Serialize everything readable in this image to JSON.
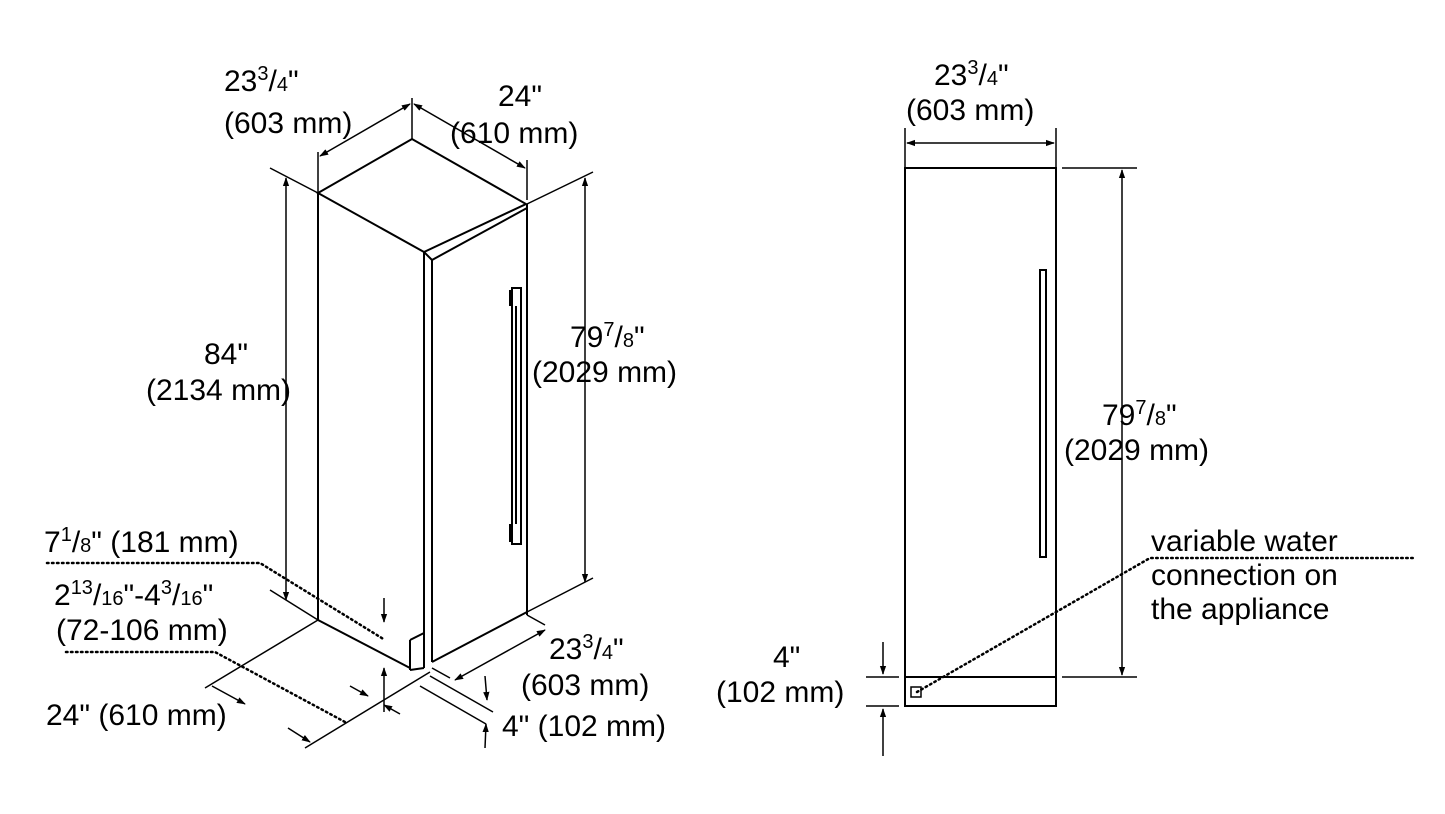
{
  "isometric_view": {
    "depth_inch": "23",
    "depth_frac_num": "3",
    "depth_frac_den": "4",
    "depth_mm": "(603 mm)",
    "width_inch": "24\"",
    "width_mm": "(610 mm)",
    "height_total_inch": "84\"",
    "height_total_mm": "(2134 mm)",
    "height_door_inch": "79",
    "height_door_frac_num": "7",
    "height_door_frac_den": "8",
    "height_door_mm": "(2029 mm)",
    "toe_offset_inch": "7",
    "toe_offset_frac_num": "1",
    "toe_offset_frac_den": "8",
    "toe_offset_mm": "(181 mm)",
    "kick_range_a": "2",
    "kick_range_a_num": "13",
    "kick_range_a_den": "16",
    "kick_range_b": "4",
    "kick_range_b_num": "3",
    "kick_range_b_den": "16",
    "kick_range_mm": "(72-106 mm)",
    "bottom_width": "24\" (610 mm)",
    "bottom_depth_inch": "23",
    "bottom_depth_num": "3",
    "bottom_depth_den": "4",
    "bottom_depth_mm": "(603 mm)",
    "toe_kick": "4\" (102 mm)"
  },
  "front_view": {
    "width_inch": "23",
    "width_num": "3",
    "width_den": "4",
    "width_mm": "(603 mm)",
    "height_inch": "79",
    "height_num": "7",
    "height_den": "8",
    "height_mm": "(2029 mm)",
    "toe_inch": "4\"",
    "toe_mm": "(102 mm)",
    "note_line1": "variable water",
    "note_line2": "connection on",
    "note_line3": "the appliance"
  }
}
